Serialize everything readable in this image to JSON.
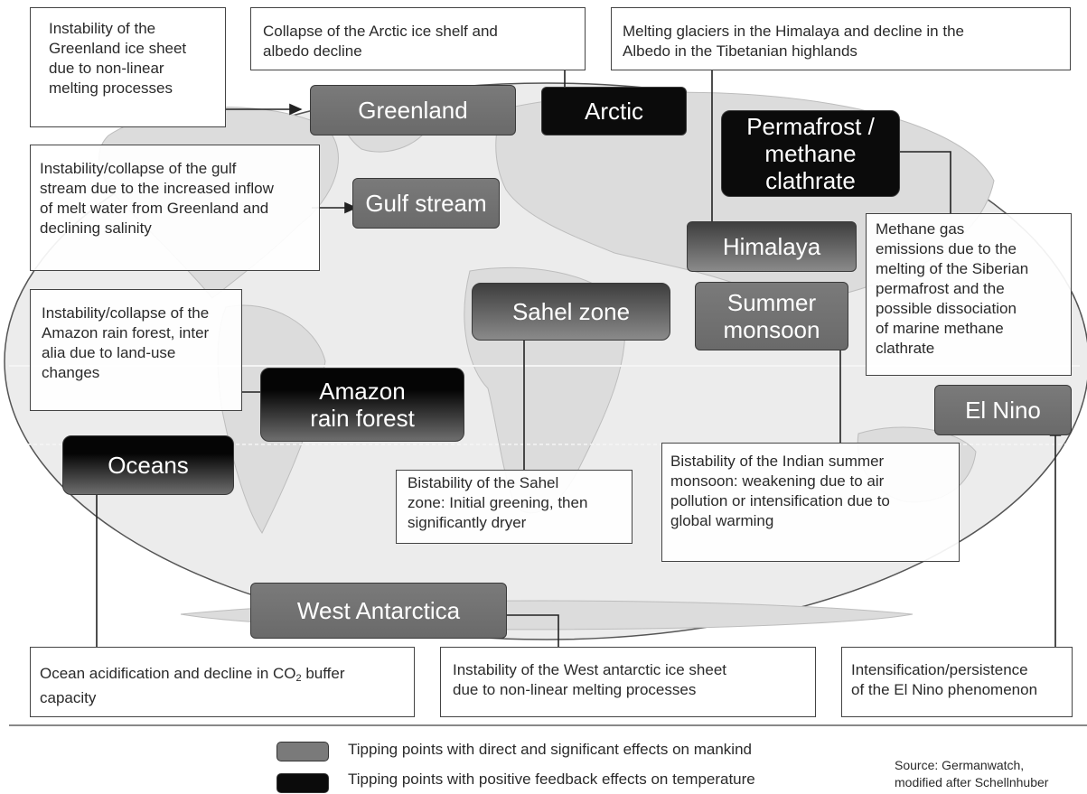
{
  "tipping_points": {
    "greenland": "Greenland",
    "arctic": "Arctic",
    "permafrost": "Permafrost /\nmethane\nclathrate",
    "gulf_stream": "Gulf stream",
    "himalaya": "Himalaya",
    "sahel": "Sahel zone",
    "monsoon": "Summer\nmonsoon",
    "amazon": "Amazon\nrain forest",
    "el_nino": "El Nino",
    "oceans": "Oceans",
    "west_antarctica": "West Antarctica"
  },
  "notes": {
    "greenland": "Instability of the\nGreenland ice sheet\ndue to non-linear\nmelting processes",
    "arctic": "Collapse of the Arctic ice shelf and\nalbedo decline",
    "himalaya": "Melting glaciers in the Himalaya and decline in the\nAlbedo in the Tibetanian highlands",
    "gulf_stream": "Instability/collapse of the gulf\nstream due to the increased inflow\nof melt water from Greenland and\ndeclining salinity",
    "permafrost": "Methane gas\nemissions due to the\nmelting of the Siberian\npermafrost and the\npossible dissociation\nof marine methane\nclathrate",
    "amazon": "Instability/collapse of the\nAmazon rain forest, inter\nalia due to land-use\nchanges",
    "sahel": "Bistability of the Sahel\nzone: Initial greening, then\nsignificantly dryer",
    "monsoon": "Bistability of the Indian summer\nmonsoon: weakening due to air\npollution or intensification due to\nglobal warming",
    "oceans_before": "Ocean acidification and decline in CO",
    "oceans_sub": "2",
    "oceans_after": " buffer\ncapacity",
    "west_antarctica": "Instability of the West antarctic ice sheet\ndue to non-linear melting processes",
    "el_nino": "Intensification/persistence\nof the El Nino phenomenon"
  },
  "legend": {
    "gray_label": "Tipping points with direct and significant effects on mankind",
    "black_label": "Tipping points with positive feedback effects on temperature",
    "gray_color": "#7a7a7a",
    "black_color": "#0b0b0b"
  },
  "source": "Source: Germanwatch,\nmodified after Schellnhuber"
}
